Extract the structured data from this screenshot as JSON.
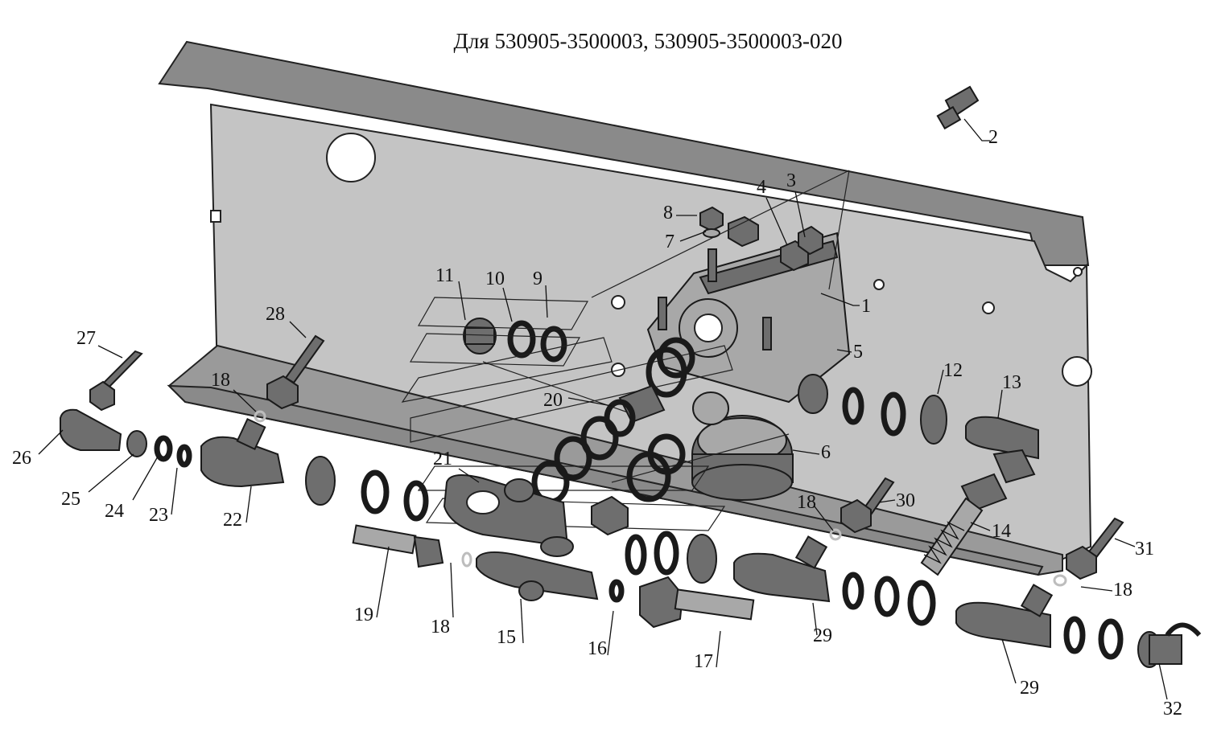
{
  "title": "Для 530905-3500003, 530905-3500003-020",
  "callouts": {
    "c1": "1",
    "c2": "2",
    "c3": "3",
    "c4": "4",
    "c5": "5",
    "c6": "6",
    "c7": "7",
    "c8": "8",
    "c9": "9",
    "c10": "10",
    "c11": "11",
    "c12": "12",
    "c13": "13",
    "c14": "14",
    "c15": "15",
    "c16": "16",
    "c17": "17",
    "c18a": "18",
    "c18b": "18",
    "c18c": "18",
    "c18d": "18",
    "c19": "19",
    "c20": "20",
    "c21": "21",
    "c22": "22",
    "c23": "23",
    "c24": "24",
    "c25": "25",
    "c26": "26",
    "c27": "27",
    "c28": "28",
    "c29a": "29",
    "c29b": "29",
    "c30": "30",
    "c31": "31",
    "c32": "32"
  }
}
